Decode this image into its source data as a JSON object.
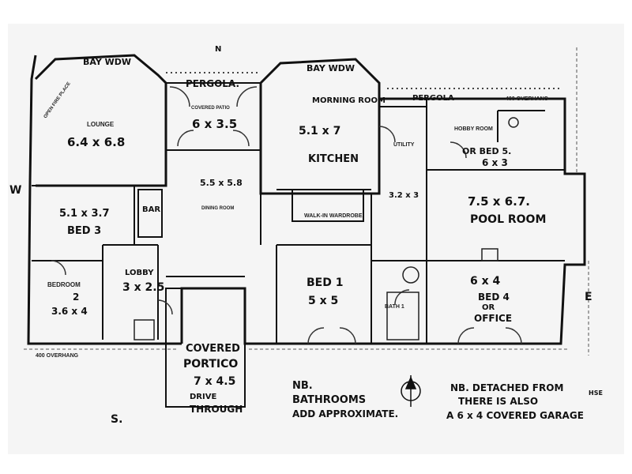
{
  "plan": {
    "labels": {
      "bay_window_left": "BAY WDW",
      "bay_window_right": "BAY WDW",
      "pergola_top": "PERGOLA.",
      "pergola_right": "PERGOLA",
      "overhang_top_right": "400 OVERHANG",
      "lounge": "LOUNGE",
      "lounge_size": "6.4 x 6.8",
      "lounge_side": "OPEN FIRE PLACE",
      "covered_patio": "COVERED PATIO",
      "covered_patio_size": "6 x 3.5",
      "morning_room": "MORNING ROOM",
      "morning_room_size": "5.1 x 7",
      "kitchen": "KITCHEN",
      "hobby_room": "HOBBY ROOM",
      "hobby_room_alt": "OR BED 5.",
      "hobby_room_size": "6 x 3",
      "dining_room": "DINING ROOM",
      "dining_size": "5.5 x 5.8",
      "bar": "BAR",
      "bed3_size": "5.1 x 3.7",
      "bed3": "BED 3",
      "utility": "UTILITY",
      "ensuite_size": "3.2 x 3",
      "pool_room_size": "7.5 x 6.7.",
      "pool_room": "POOL ROOM",
      "walkin": "WALK-IN WARDROBE",
      "lobby": "LOBBY",
      "lobby_size": "3 x 2.5",
      "bedroom2": "BEDROOM",
      "bedroom2_num": "2",
      "bedroom2_size": "3.6 x 4",
      "bed1": "BED 1",
      "bed1_size": "5 x 5",
      "bath": "BATH 1",
      "bed4_size": "6 x 4",
      "bed4": "BED 4",
      "bed4_alt": "OR",
      "bed4_office": "OFFICE",
      "overhang_bottom": "400 OVERHANG",
      "portico1": "COVERED",
      "portico2": "PORTICO",
      "portico_size": "7 x 4.5",
      "drive_through1": "DRIVE",
      "drive_through2": "THROUGH",
      "note1_a": "NB.",
      "note1_b": "BATHROOMS",
      "note1_c": "ADD APPROXIMATE.",
      "note2_a": "NB. DETACHED FROM",
      "note2_b": "THERE IS ALSO",
      "note2_c": "A 6 x 4 COVERED GARAGE",
      "note2_house": "HSE",
      "mark_e": "E",
      "mark_s": "S.",
      "mark_w": "W",
      "mark_n": "N"
    }
  }
}
